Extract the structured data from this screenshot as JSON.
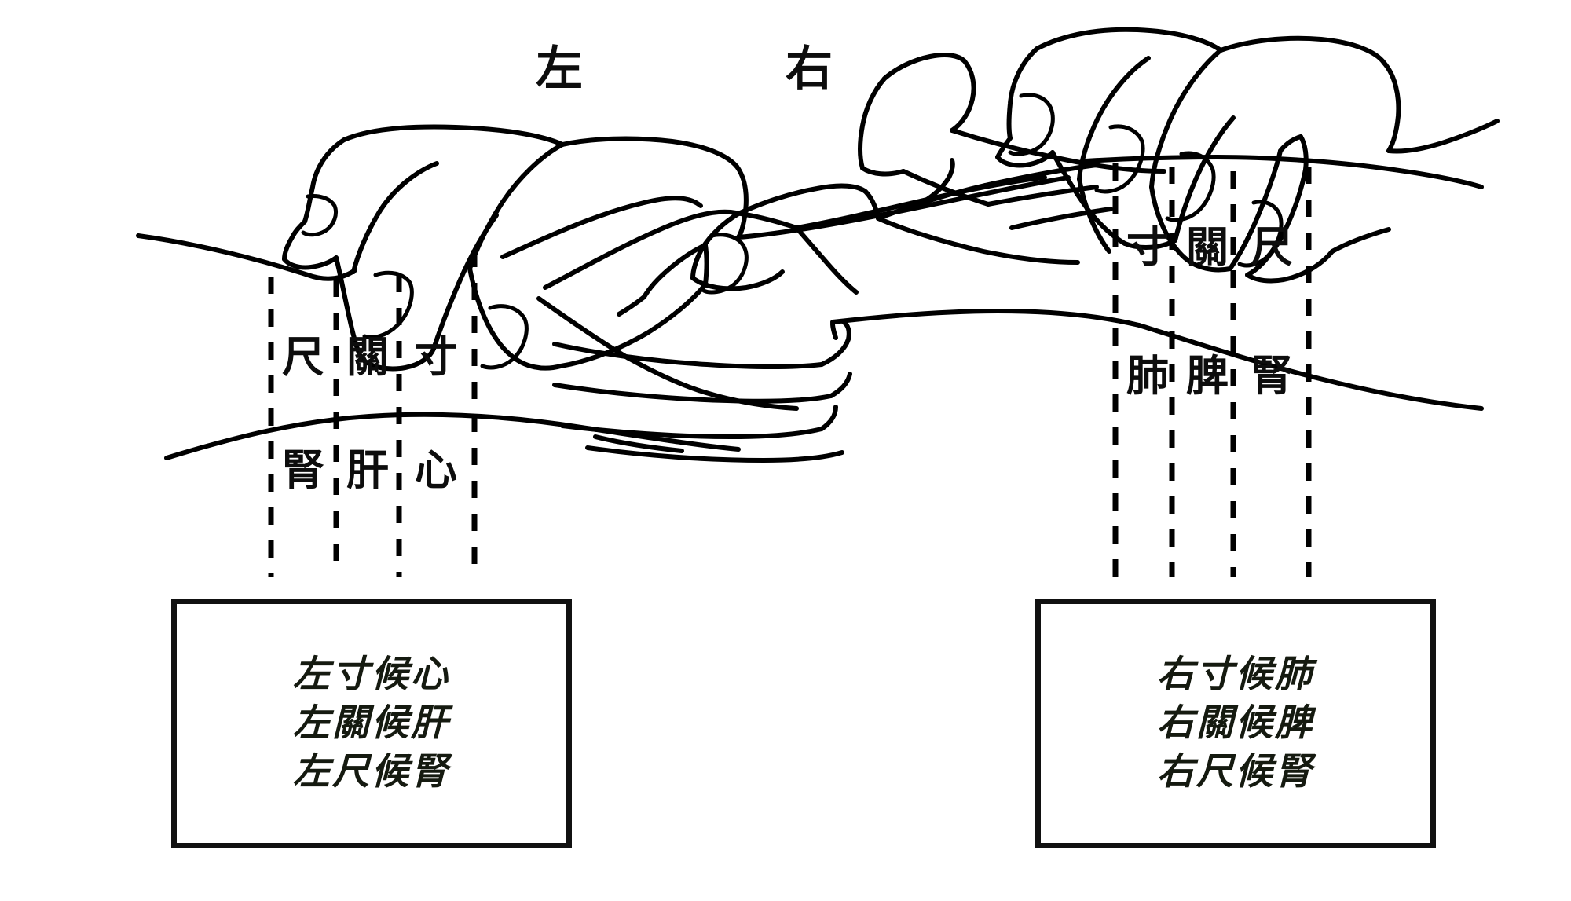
{
  "figure": {
    "title_top_labels": {
      "left": "左",
      "right": "右"
    }
  },
  "left_wrist": {
    "positions": [
      "尺",
      "關",
      "寸"
    ],
    "organs": [
      "腎",
      "肝",
      "心"
    ]
  },
  "right_wrist": {
    "positions": [
      "寸",
      "關",
      "尺"
    ],
    "organs": [
      "肺",
      "脾",
      "腎"
    ]
  },
  "legend_left": {
    "lines": [
      "左寸候心",
      "左關候肝",
      "左尺候腎"
    ]
  },
  "legend_right": {
    "lines": [
      "右寸候肺",
      "右關候脾",
      "右尺候腎"
    ]
  },
  "colors": {
    "ink": "#000000",
    "legend_text": "#151a10",
    "background": "#ffffff"
  },
  "icons": {
    "doctor_hand_left": "hand-palpating-icon",
    "doctor_hand_right": "hand-palpating-icon",
    "patient_arm_left": "forearm-outline-icon",
    "patient_arm_right": "forearm-outline-icon",
    "divider": "dashed-vertical-line-icon"
  }
}
